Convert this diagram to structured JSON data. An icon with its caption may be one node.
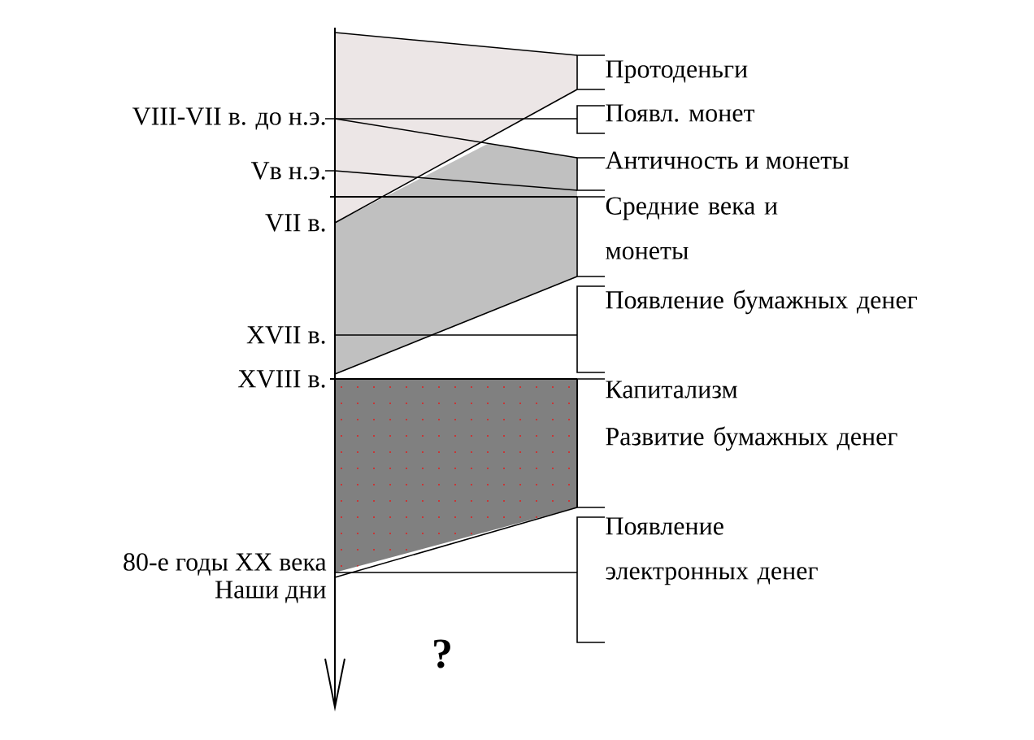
{
  "diagram": {
    "labels": [
      "Протоденьги",
      "VIII-VII в. до н.э.",
      "Появл. монет",
      "Античность и монеты",
      "Vв н.э.",
      "Средние века и монеты",
      "VII в.",
      "Появление бумажных денег",
      "XVII в.",
      "XVIII в.",
      "Капитализм",
      "Развитие бумажных денег",
      "Появление электронных денег",
      "80-е годы XX века",
      "Наши дни",
      "?"
    ]
  }
}
